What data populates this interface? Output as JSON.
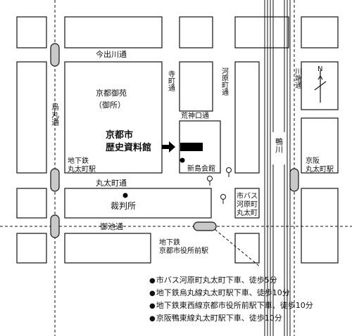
{
  "colors": {
    "line": "#111111",
    "block_fill": "#ffffff",
    "station_fill": "#c8c8c8",
    "museum_fill": "#000000"
  },
  "streets": {
    "imadegawa": "今出川通",
    "marutamachi": "丸太町通",
    "oike": "御池通",
    "karasuma": "烏丸通",
    "teramachi": "寺町通",
    "kawaramachi": "河原町通",
    "kawabata": "川端通",
    "kojinguchi": "荒神口通"
  },
  "places": {
    "gyoen": "京都御苑",
    "gyoen_sub": "（御所）",
    "museum_line1": "京都市",
    "museum_line2": "歴史資料館",
    "shinjima": "新島会館",
    "saibansho": "裁判所",
    "kamogawa": "鴨川"
  },
  "stations": {
    "subway_marutamachi": [
      "地下鉄",
      "丸太町駅"
    ],
    "keihan_marutamachi": [
      "京阪",
      "丸太町駅"
    ],
    "subway_shiyakusho": [
      "地下鉄",
      "京都市役所前駅"
    ],
    "bus_stop": [
      "市バス",
      "河原町",
      "丸太町"
    ]
  },
  "compass": {
    "label": "N",
    "icon": "north-arrow-icon"
  },
  "directions": [
    "市バス河原町丸太町下車、徒歩5分",
    "地下鉄烏丸線丸太町駅下車、徒歩10分",
    "地下鉄東西線京都市役所前駅下車、徒歩10分",
    "京阪鴨東線丸太町駅下車、徒歩10分"
  ]
}
